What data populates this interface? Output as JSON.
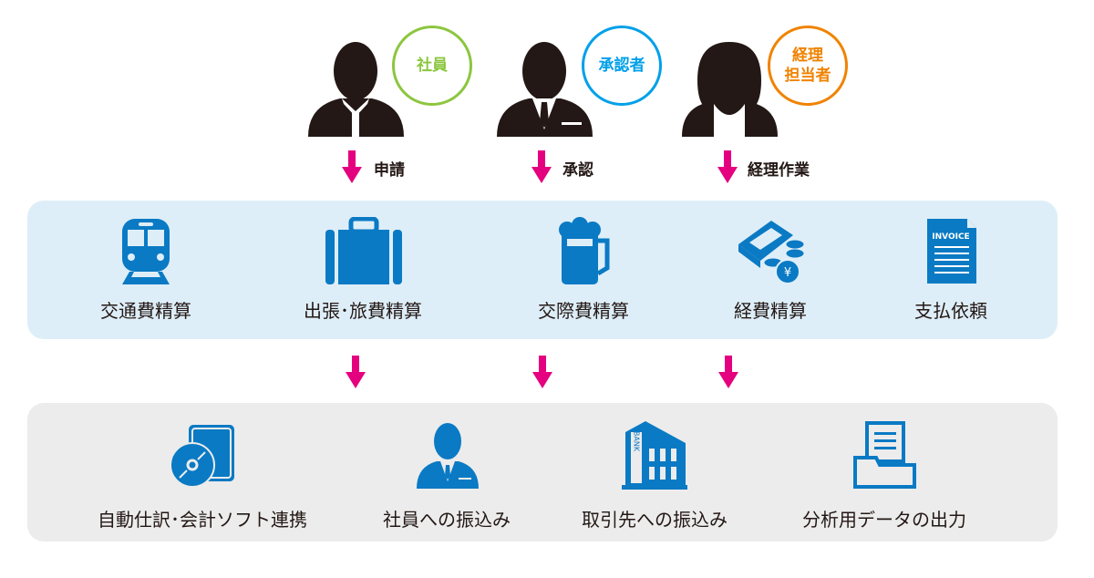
{
  "roles": [
    {
      "label": "社員",
      "color": "#8cc63f",
      "action": "申請"
    },
    {
      "label": "承認者",
      "color": "#00a0e9",
      "action": "承認"
    },
    {
      "label": "経理\n担当者",
      "label_lines": [
        "経理",
        "担当者"
      ],
      "color": "#f08300",
      "action": "経理作業"
    }
  ],
  "expense_types": [
    "交通費精算",
    "出張･旅費精算",
    "交際費精算",
    "経費精算",
    "支払依頼"
  ],
  "invoice_icon_text": "INVOICE",
  "bank_icon_text": "BANK",
  "outputs": [
    "自動仕訳･会計ソフト連携",
    "社員への振込み",
    "取引先への振込み",
    "分析用データの出力"
  ],
  "colors": {
    "arrow": "#e4007f",
    "icon": "#0a7ac4",
    "panel_blue": "#deeef8",
    "panel_grey": "#ececec"
  }
}
